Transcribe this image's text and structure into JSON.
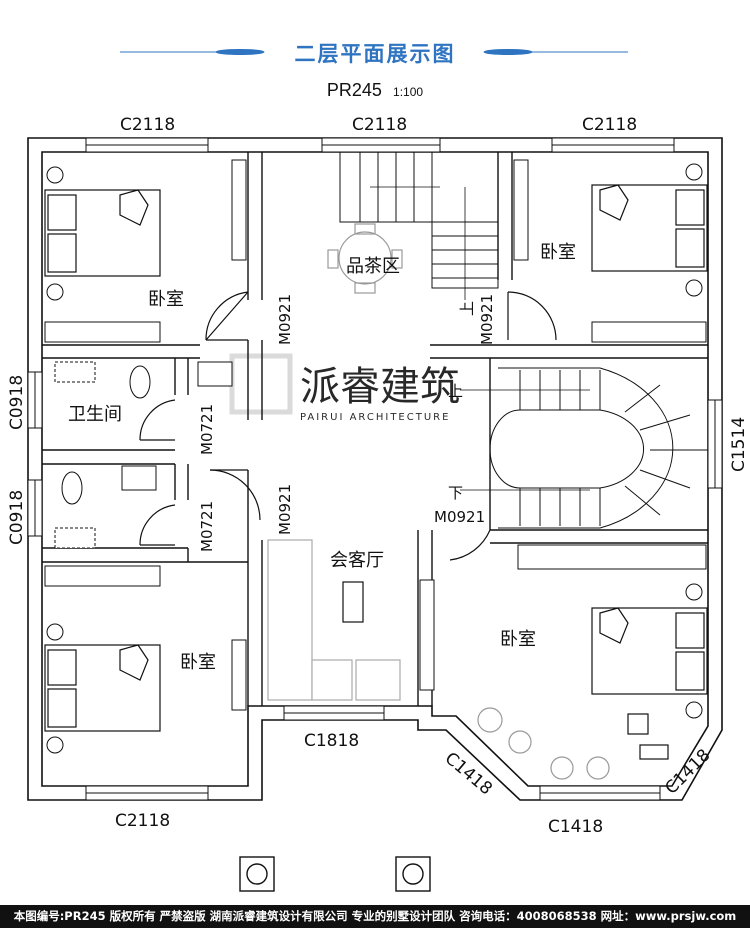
{
  "header": {
    "title": "二层平面展示图",
    "plan_code": "PR245",
    "scale": "1:100"
  },
  "watermark": {
    "brand": "派睿建筑",
    "brand_en": "PAIRUI ARCHITECTURE"
  },
  "rooms": {
    "bedroom_nw": "卧室",
    "bedroom_ne": "卧室",
    "bedroom_sw": "卧室",
    "bedroom_se": "卧室",
    "tea_area": "品茶区",
    "bathroom": "卫生间",
    "living": "会客厅"
  },
  "windows": {
    "top_left": "C2118",
    "top_mid": "C2118",
    "top_right": "C2118",
    "left_upper": "C0918",
    "left_lower": "C0918",
    "right": "C1514",
    "bottom_left": "C2118",
    "bottom_mid": "C1818",
    "bottom_bay_left": "C1418",
    "bottom_bay_mid": "C1418",
    "bottom_bay_right": "C1418"
  },
  "doors": {
    "d1": "M0921",
    "d2": "M0921",
    "d3": "M0921",
    "d4": "M0921",
    "d5": "M0721",
    "d6": "M0721"
  },
  "stairs": {
    "up_upper": "上",
    "up_lower": "上",
    "down": "下"
  },
  "footer": {
    "text": "本图编号:PR245 版权所有 严禁盗版 湖南派睿建筑设计有限公司 专业的别墅设计团队 咨询电话：4008068538 网址：www.prsjw.com"
  },
  "colors": {
    "title": "#2e74c0",
    "wall": "#111111",
    "furniture": "#bbbbbb",
    "watermark": "#d7d7d7"
  }
}
